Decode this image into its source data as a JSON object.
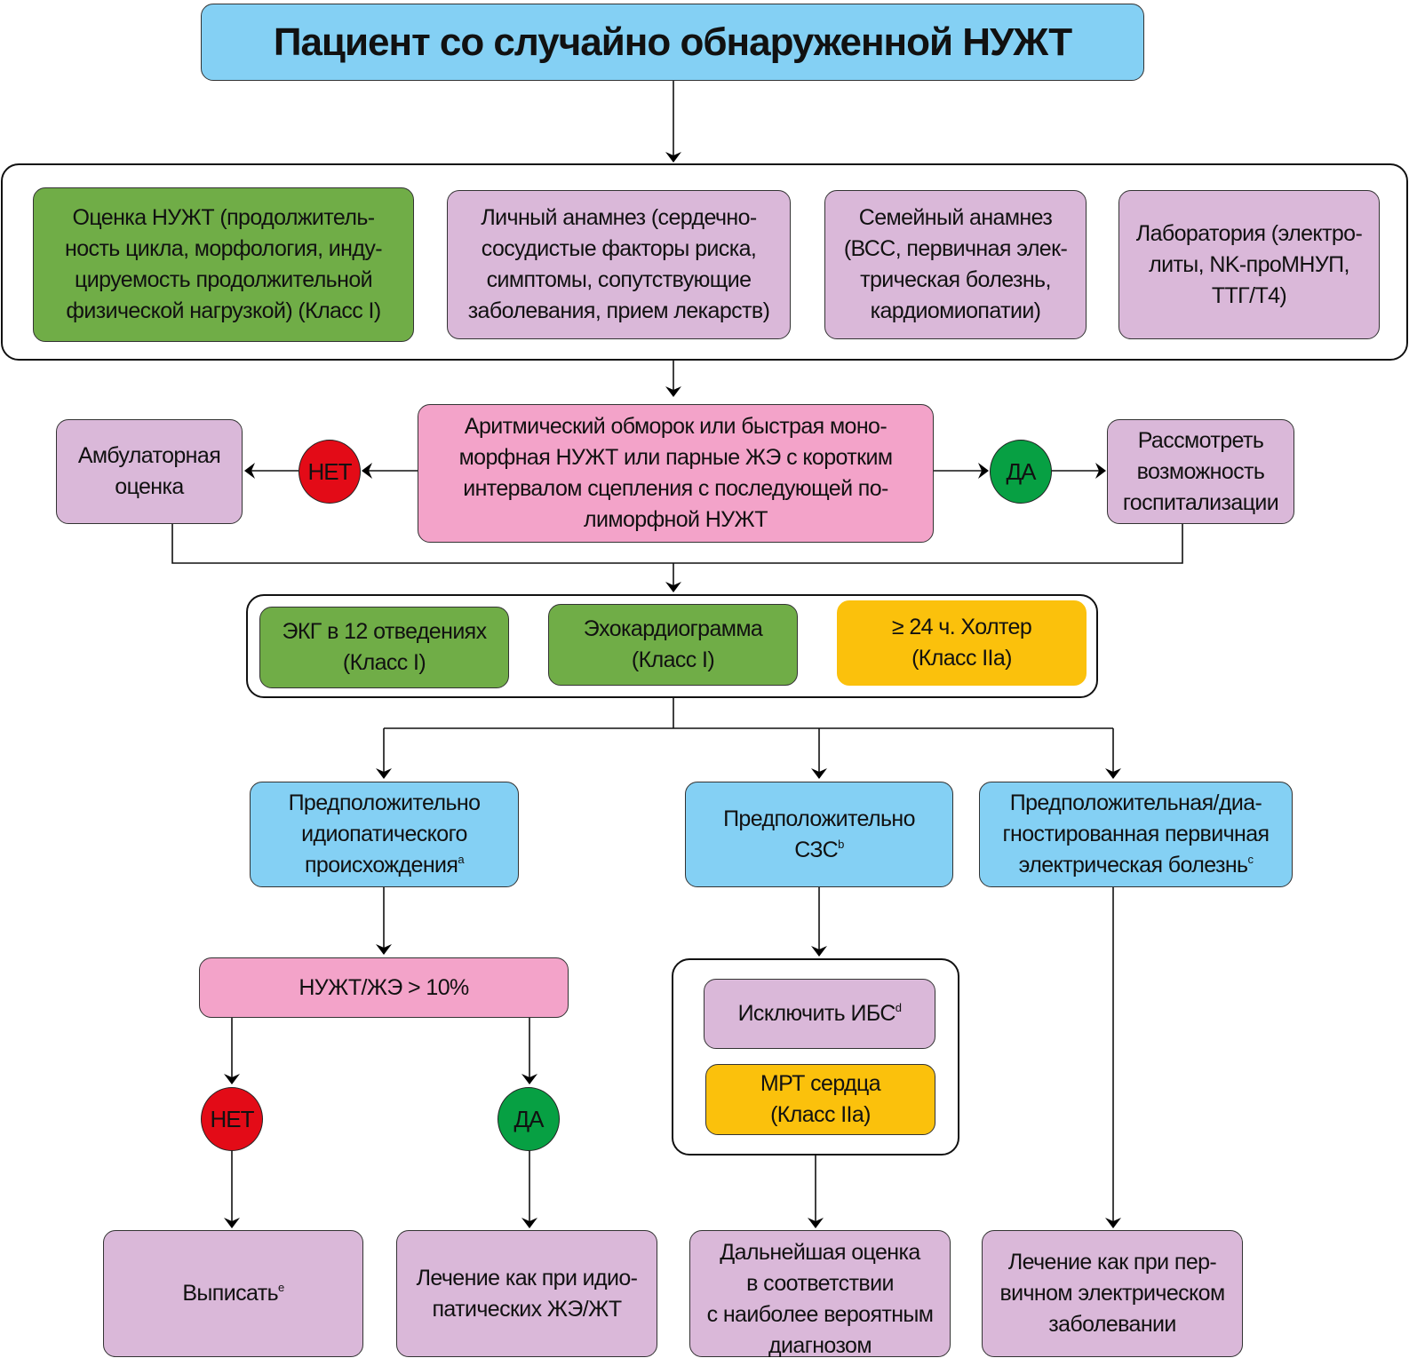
{
  "title": "Пациент со случайно обнаруженной НУЖТ",
  "assessment": {
    "items": [
      {
        "lines": [
          "Оценка НУЖТ (продолжитель-",
          "ность цикла, морфология, инду-",
          "цируемость продолжительной",
          "физической нагрузкой) (Класс I)"
        ],
        "color": "green"
      },
      {
        "lines": [
          "Личный анамнез (сердечно-",
          "сосудистые факторы риска,",
          "симптомы, сопутствующие",
          "заболевания, прием лекарств)"
        ],
        "color": "lilac"
      },
      {
        "lines": [
          "Семейный анамнез",
          "(ВСС, первичная элек-",
          "трическая болезнь,",
          "кардиомиопатии)"
        ],
        "color": "lilac"
      },
      {
        "lines": [
          "Лаборатория (электро-",
          "литы, NK-проМНУП,",
          "ТТГ/Т4)"
        ],
        "color": "lilac"
      }
    ]
  },
  "decision1": {
    "lines": [
      "Аритмический обморок или быстрая моно-",
      "морфная НУЖТ или парные ЖЭ с коротким",
      "интервалом сцепления с последующей по-",
      "лиморфной НУЖТ"
    ],
    "no_label": "НЕТ",
    "yes_label": "ДА",
    "no_outcome": [
      "Амбулаторная",
      "оценка"
    ],
    "yes_outcome": [
      "Рассмотреть",
      "возможность",
      "госпитализации"
    ]
  },
  "tests": [
    {
      "lines": [
        "ЭКГ в 12 отведениях",
        "(Класс I)"
      ],
      "color": "green"
    },
    {
      "lines": [
        "Эхокардиограмма",
        "(Класс I)"
      ],
      "color": "green"
    },
    {
      "lines": [
        "≥ 24 ч. Холтер",
        "(Класс IIa)"
      ],
      "color": "yellow"
    }
  ],
  "branches": {
    "idiopathic": {
      "lines": [
        "Предположительно",
        "идиопатического",
        "происхождения"
      ],
      "sup": "a"
    },
    "shd": {
      "lines": [
        "Предположительно",
        "СЗС"
      ],
      "sup": "b"
    },
    "primary": {
      "lines": [
        "Предположительная/диа-",
        "гностированная первичная",
        "электрическая болезнь"
      ],
      "sup": "c"
    }
  },
  "burden": {
    "label": "НУЖТ/ЖЭ > 10%",
    "no_label": "НЕТ",
    "yes_label": "ДА"
  },
  "shd_workup": {
    "exclude": {
      "text": "Исключить ИБС",
      "sup": "d"
    },
    "mri": {
      "lines": [
        "МРТ сердца",
        "(Класс IIa)"
      ]
    }
  },
  "outcomes": {
    "discharge": {
      "text": "Выписать",
      "sup": "e"
    },
    "idiopathic_treat": {
      "lines": [
        "Лечение как при идио-",
        "патических ЖЭ/ЖТ"
      ]
    },
    "further": {
      "lines": [
        "Дальнейшая оценка",
        "в соответствии",
        "с наиболее вероятным",
        "диагнозом"
      ]
    },
    "primary_treat": {
      "lines": [
        "Лечение как при пер-",
        "вичном электрическом",
        "заболевании"
      ]
    }
  },
  "colors": {
    "blue": "#84d0f4",
    "green": "#70ad47",
    "lilac": "#dab8d9",
    "pink": "#f3a3c9",
    "yellow": "#fbc10c",
    "red": "#e30b17",
    "dark_green": "#07a043"
  }
}
